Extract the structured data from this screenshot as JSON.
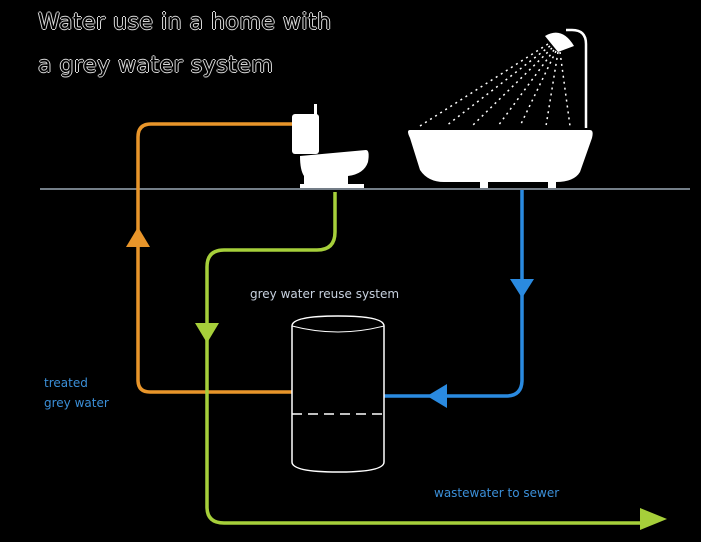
{
  "title": {
    "line1": "Water use in a home with",
    "line2": "a grey water system"
  },
  "labels": {
    "reuse_system": "grey water reuse system",
    "treated_line1": "treated",
    "treated_line2": "grey water",
    "wastewater": "wastewater to sewer"
  },
  "colors": {
    "background": "#000000",
    "treated_flow": "#e8952a",
    "grey_flow": "#a6cf3a",
    "shower_flow": "#2a8ae0",
    "ground_line": "#9aa8b6",
    "fixture": "#ffffff"
  },
  "icons": [
    "toilet-icon",
    "bathtub-icon",
    "shower-head-icon",
    "storage-tank-icon"
  ]
}
